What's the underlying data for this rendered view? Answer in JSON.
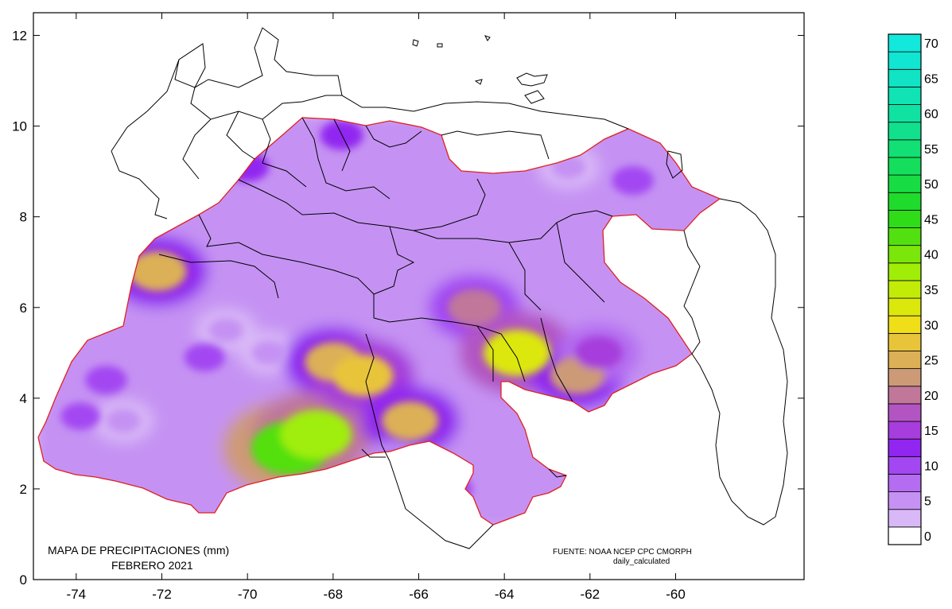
{
  "map": {
    "title_line1": "MAPA DE PRECIPITACIONES (mm)",
    "title_line2": "FEBRERO 2021",
    "source_line1": "FUENTE: NOAA NCEP CPC CMORPH",
    "source_line2": "daily_calculated",
    "x_range": [
      -75,
      -57
    ],
    "y_range": [
      0,
      12.5
    ],
    "x_ticks": [
      -74,
      -72,
      -70,
      -68,
      -66,
      -64,
      -62,
      -60
    ],
    "y_ticks": [
      0,
      2,
      4,
      6,
      8,
      10,
      12
    ],
    "x_tick_labels": [
      "-74",
      "-72",
      "-70",
      "-68",
      "-66",
      "-64",
      "-62",
      "-60"
    ],
    "y_tick_labels": [
      "0",
      "2",
      "4",
      "6",
      "8",
      "10",
      "12"
    ]
  },
  "legend": {
    "levels": [
      0,
      2.5,
      5,
      7.5,
      10,
      12.5,
      15,
      17.5,
      20,
      22.5,
      25,
      27.5,
      30,
      32.5,
      35,
      37.5,
      40,
      42.5,
      45,
      47.5,
      50,
      52.5,
      55,
      57.5,
      60,
      62.5,
      65,
      67.5,
      70,
      72.5
    ],
    "labels": [
      "0",
      "5",
      "10",
      "15",
      "20",
      "25",
      "30",
      "35",
      "40",
      "45",
      "50",
      "55",
      "60",
      "65",
      "70"
    ],
    "colors": [
      "#ffffff",
      "#d9b8f7",
      "#c592f3",
      "#b46cf0",
      "#a347f2",
      "#9126f0",
      "#a63ddc",
      "#b255c2",
      "#c0779a",
      "#cd9a78",
      "#dcb056",
      "#e8c43b",
      "#f0de19",
      "#dce80c",
      "#c2ec08",
      "#a0ee08",
      "#7ae60a",
      "#52e010",
      "#2edc18",
      "#1fdc2c",
      "#18dc44",
      "#14de5c",
      "#12df74",
      "#11e08c",
      "#10e2a2",
      "#10e3b4",
      "#10e4c4",
      "#10e6d2",
      "#12e8dc"
    ]
  },
  "precip_cells": [
    {
      "lon": -73.9,
      "lat": 3.6,
      "value": 10
    },
    {
      "lon": -73.3,
      "lat": 4.4,
      "value": 12
    },
    {
      "lon": -72.9,
      "lat": 3.5,
      "value": 6
    },
    {
      "lon": -72.1,
      "lat": 6.8,
      "value": 26
    },
    {
      "lon": -71.0,
      "lat": 4.9,
      "value": 11
    },
    {
      "lon": -70.5,
      "lat": 5.5,
      "value": 6
    },
    {
      "lon": -70.0,
      "lat": 9.1,
      "value": 13
    },
    {
      "lon": -69.5,
      "lat": 5.0,
      "value": 6
    },
    {
      "lon": -69.0,
      "lat": 2.9,
      "value": 44
    },
    {
      "lon": -68.4,
      "lat": 3.2,
      "value": 38
    },
    {
      "lon": -68.0,
      "lat": 4.8,
      "value": 25
    },
    {
      "lon": -67.3,
      "lat": 4.5,
      "value": 28
    },
    {
      "lon": -67.8,
      "lat": 9.8,
      "value": 13
    },
    {
      "lon": -66.2,
      "lat": 3.5,
      "value": 25
    },
    {
      "lon": -66.6,
      "lat": 2.5,
      "value": 10
    },
    {
      "lon": -65.2,
      "lat": 2.0,
      "value": 10
    },
    {
      "lon": -64.7,
      "lat": 6.0,
      "value": 22
    },
    {
      "lon": -63.7,
      "lat": 5.0,
      "value": 34
    },
    {
      "lon": -62.3,
      "lat": 4.5,
      "value": 23
    },
    {
      "lon": -61.8,
      "lat": 5.0,
      "value": 17
    },
    {
      "lon": -61.0,
      "lat": 8.8,
      "value": 12
    },
    {
      "lon": -62.5,
      "lat": 9.1,
      "value": 6
    }
  ]
}
